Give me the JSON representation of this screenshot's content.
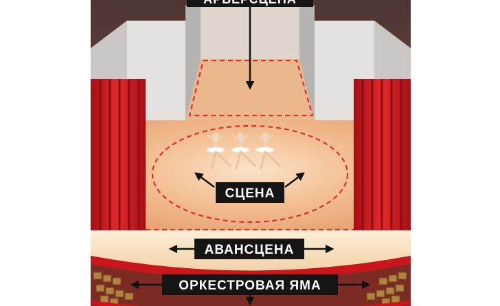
{
  "diagram": {
    "labels": {
      "backstage": "АРЬЕРСЦЕНА",
      "stage": "СЦЕНА",
      "forestage": "АВАНСЦЕНА",
      "orchestra_pit": "ОРКЕСТРОВАЯ ЯМА"
    },
    "colors": {
      "curtain_red": "#c8161c",
      "stage_floor": "#f2b98a",
      "wall_grey": "#d9d6d3",
      "ceiling_dark": "#6e4a46",
      "dashed_outline": "#d9302a",
      "label_background": "#151515",
      "label_text": "#ffffff"
    },
    "figures": "three ballet dancers"
  }
}
